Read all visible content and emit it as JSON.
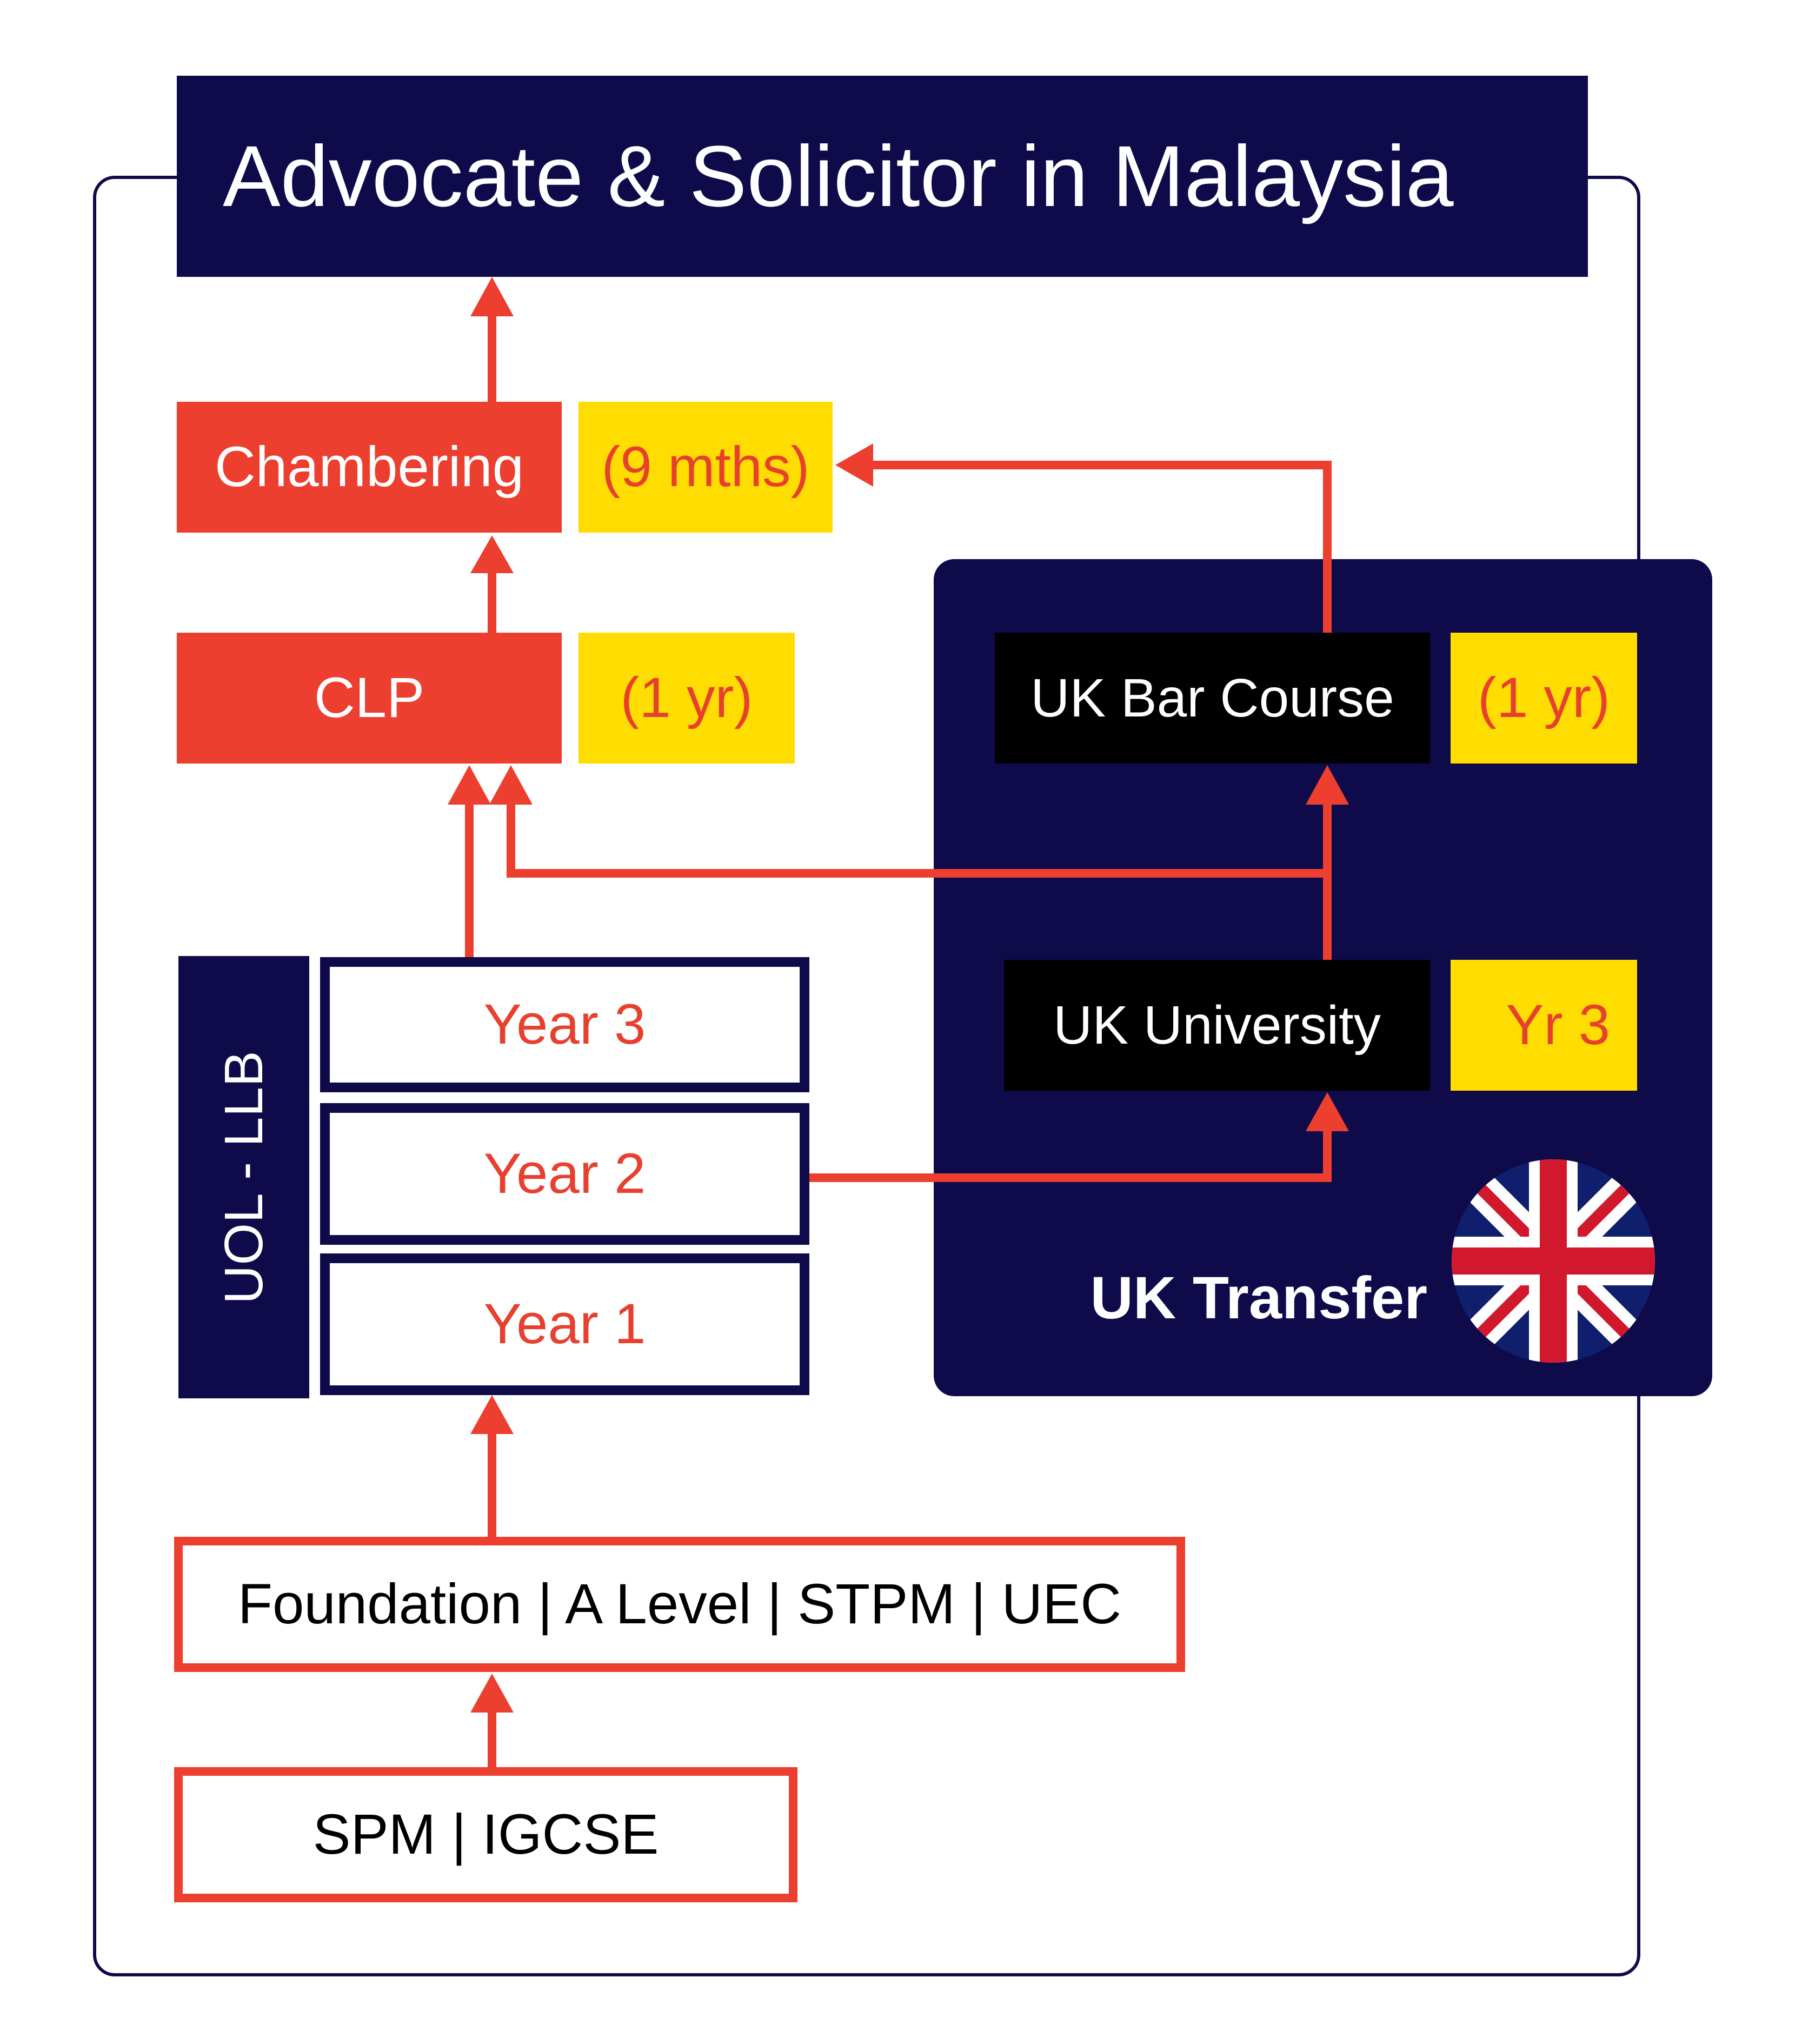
{
  "title": "Advocate & Solicitor in Malaysia",
  "chambering": {
    "label": "Chambering",
    "duration": "(9 mths)"
  },
  "clp": {
    "label": "CLP",
    "duration": "(1 yr)"
  },
  "uol": {
    "label": "UOL - LLB",
    "years": [
      "Year 3",
      "Year 2",
      "Year 1"
    ]
  },
  "uk_transfer": {
    "label": "UK Transfer",
    "bar_course": {
      "label": "UK Bar Course",
      "duration": "(1 yr)"
    },
    "university": {
      "label": "UK University",
      "duration": "Yr 3"
    },
    "flag_icon": "uk-flag-icon"
  },
  "pre_university": "Foundation | A Level | STPM | UEC",
  "secondary": "SPM | IGCSE",
  "colors": {
    "navy": "#0f0a4a",
    "red": "#ed3f2f",
    "yellow": "#ffdd00",
    "black": "#000000"
  }
}
